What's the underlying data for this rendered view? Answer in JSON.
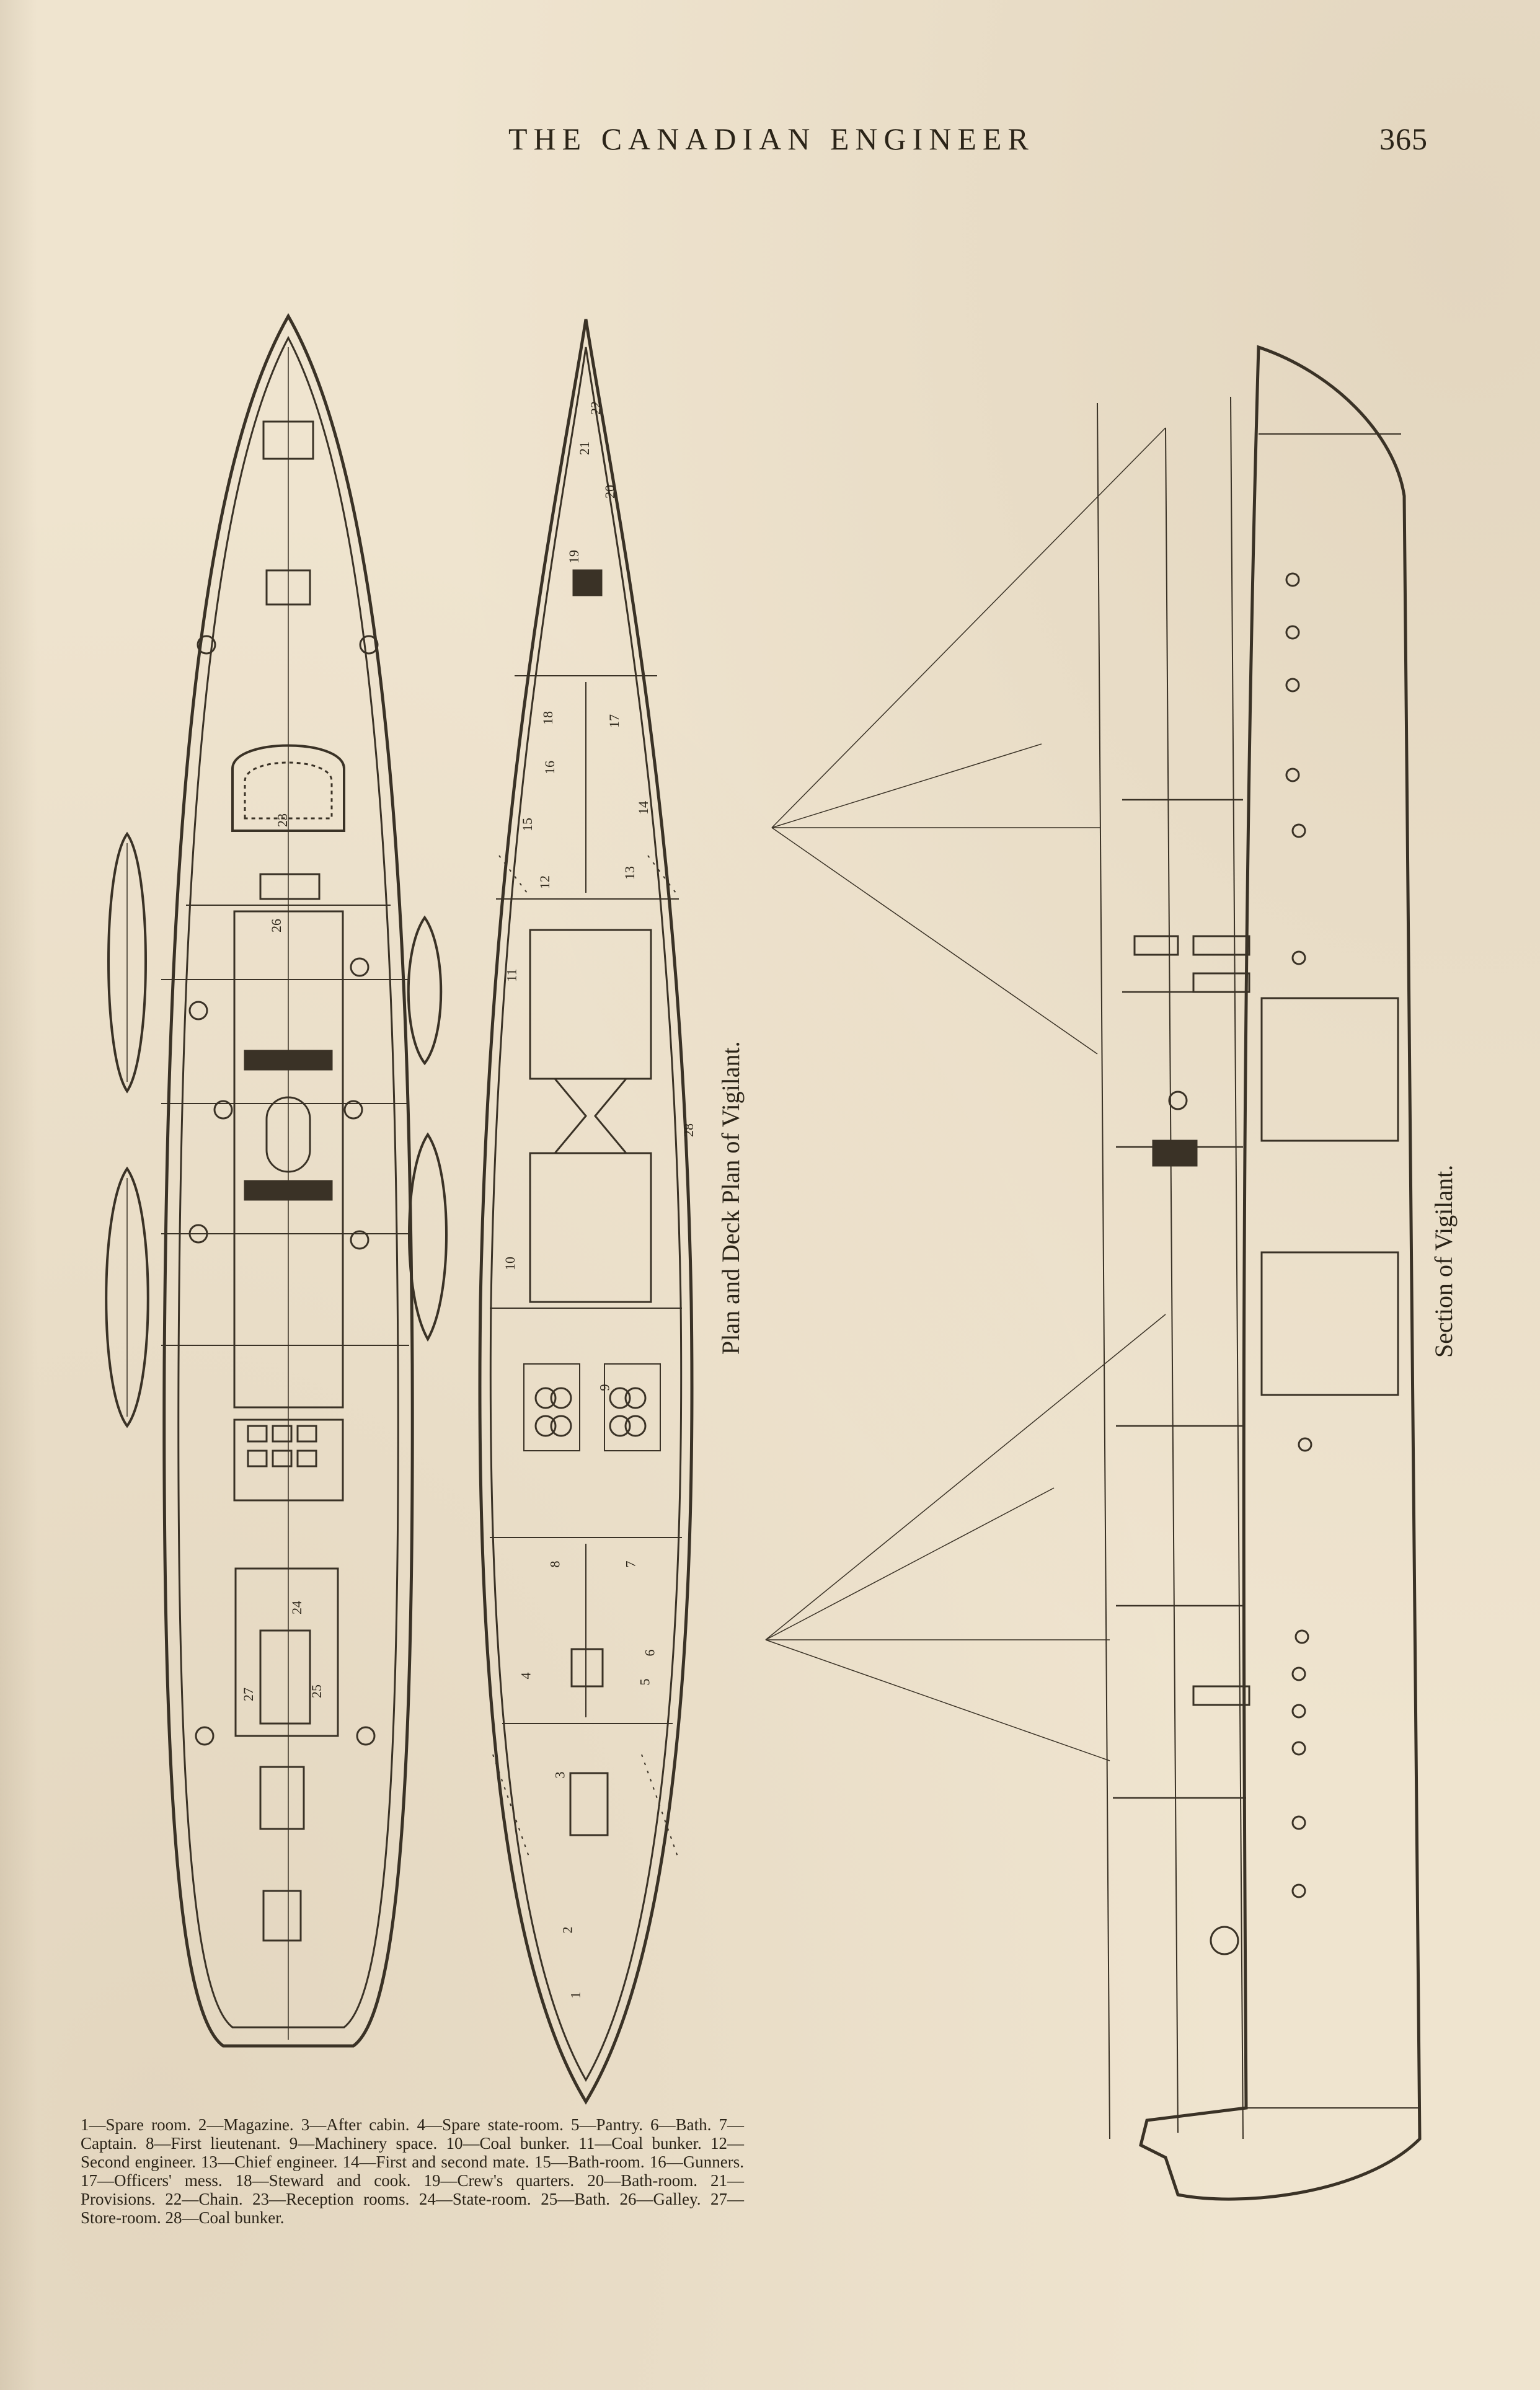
{
  "header": {
    "journal_title": "THE CANADIAN ENGINEER",
    "page_number": "365"
  },
  "figure": {
    "plan_caption": "Plan and Deck Plan of Vigilant.",
    "section_caption": "Section of Vigilant.",
    "room_numbers": [
      "1",
      "2",
      "3",
      "4",
      "5",
      "6",
      "7",
      "8",
      "9",
      "10",
      "11",
      "12",
      "13",
      "14",
      "15",
      "16",
      "17",
      "18",
      "19",
      "20",
      "21",
      "22",
      "23",
      "24",
      "25",
      "26",
      "27",
      "28"
    ]
  },
  "legend": {
    "text": "1—Spare room. 2—Magazine. 3—After cabin. 4—Spare state-room. 5—Pantry. 6—Bath. 7—Captain. 8—First lieutenant. 9—Machinery space. 10—Coal bunker. 11—Coal bunker. 12—Second engineer. 13—Chief engineer. 14—First and second mate. 15—Bath-room. 16—Gunners. 17—Officers' mess. 18—Steward and cook. 19—Crew's quarters. 20—Bath-room. 21—Provisions. 22—Chain. 23—Reception rooms. 24—State-room. 25—Bath. 26—Galley. 27—Store-room. 28—Coal bunker."
  }
}
